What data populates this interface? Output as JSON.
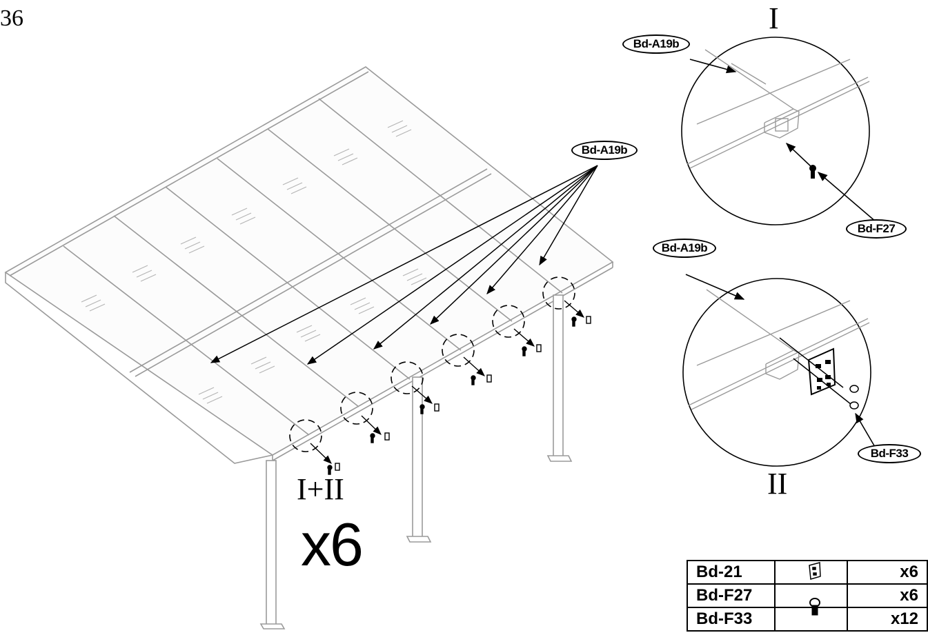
{
  "page_number": "36",
  "detail_labels": {
    "detail_1": "I",
    "detail_2": "II"
  },
  "callouts": {
    "main": "Bd-A19b",
    "detail_1_profile": "Bd-A19b",
    "detail_1_screw": "Bd-F27",
    "detail_2_profile": "Bd-A19b",
    "detail_2_screw": "Bd-F33"
  },
  "instruction": {
    "details": "I+II",
    "multiplier": "x6"
  },
  "parts_table": [
    {
      "code": "Bd-21",
      "icon": "bracket-plate-icon",
      "qty": "x6"
    },
    {
      "code": "Bd-F27",
      "icon": "screw-icon",
      "qty": "x6"
    },
    {
      "code": "Bd-F33",
      "icon": "long-screw-icon",
      "qty": "x12"
    }
  ]
}
